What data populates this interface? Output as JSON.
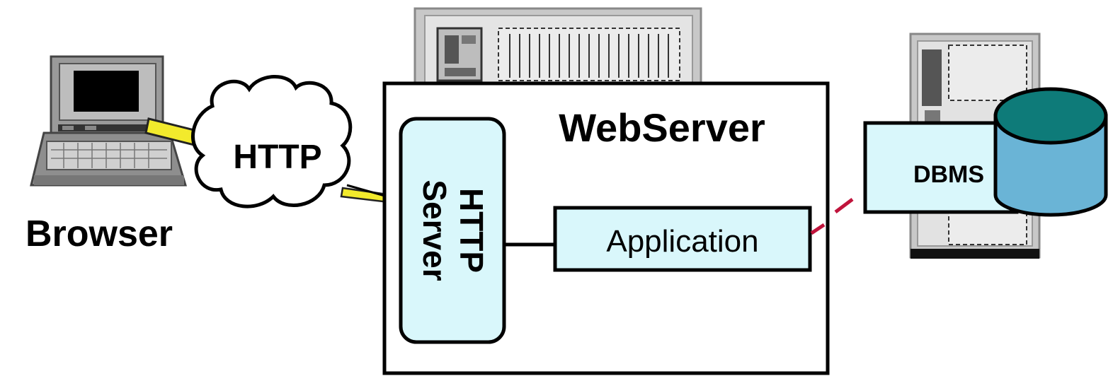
{
  "labels": {
    "browser": "Browser",
    "http_cloud": "HTTP",
    "webserver": "WebServer",
    "http_server_line1": "HTTP",
    "http_server_line2": "Server",
    "application": "Application",
    "dbms": "DBMS"
  },
  "colors": {
    "box_fill": "#d9f7fb",
    "db_side": "#6ab4d6",
    "db_top": "#0e7b79",
    "link_yellow": "#f2ea2c",
    "link_red": "#c0143c",
    "server_gray": "#c8c8c8"
  },
  "icons": {
    "client": "computer-terminal-icon",
    "cloud": "cloud-icon",
    "server": "server-tower-icon",
    "database": "database-cylinder-icon"
  }
}
